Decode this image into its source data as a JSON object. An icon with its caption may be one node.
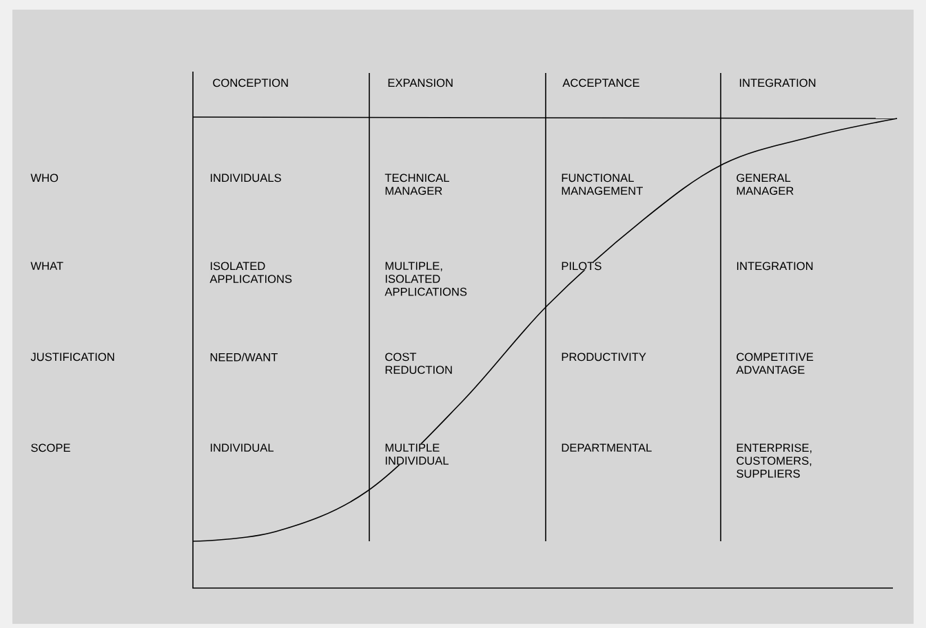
{
  "diagram": {
    "labels": [
      "CONCEPTION",
      "EXPANSION",
      "ACCEPTANCE",
      "INTEGRATION",
      "WHO",
      "INDIVIDUALS",
      "TECHNICAL MANAGER",
      "FUNCTIONAL MANAGEMENT",
      "GENERAL MANAGER",
      "WHAT",
      "ISOLATED APPLICATIONS",
      "MULTIPLE, ISOLATED APPLICATIONS",
      "PILOTS",
      "INTEGRATION",
      "JUSTIFICATION",
      "NEED/WANT",
      "COST REDUCTION",
      "PRODUCTIVITY",
      "COMPETITIVE ADVANTAGE",
      "SCOPE",
      "INDIVIDUAL",
      "MULTIPLE INDIVIDUAL",
      "DEPARTMENTAL",
      "ENTERPRISE, CUSTOMERS, SUPPLIERS"
    ]
  }
}
